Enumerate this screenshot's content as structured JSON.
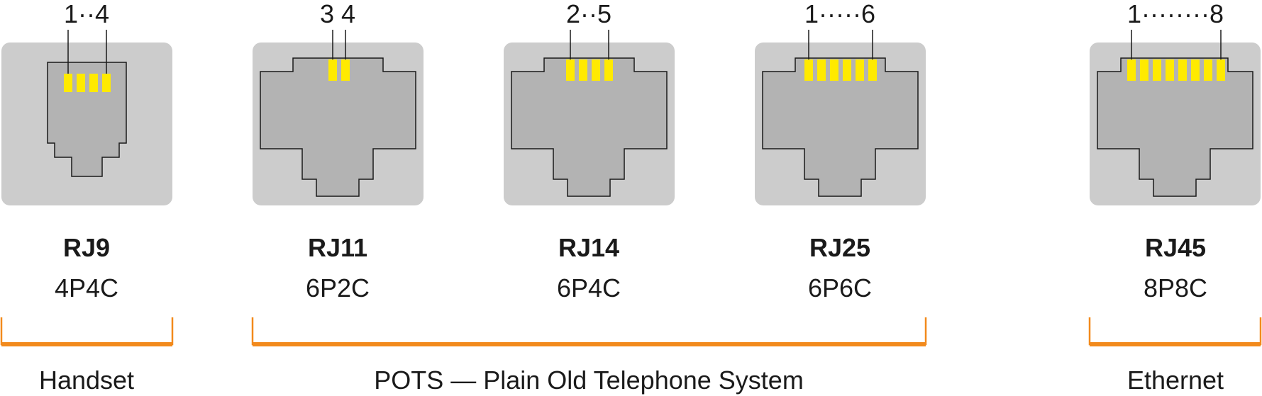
{
  "colors": {
    "plate": "#cccccc",
    "socket": "#b3b3b3",
    "pin": "#ffea00",
    "bracket": "#f28a1c",
    "text": "#1a1a1a"
  },
  "connectors": [
    {
      "name": "RJ9",
      "code": "4P4C",
      "pin_label": "1··4",
      "positions": 4,
      "wired_pins": [
        1,
        2,
        3,
        4
      ]
    },
    {
      "name": "RJ11",
      "code": "6P2C",
      "pin_label": "3 4",
      "positions": 6,
      "wired_pins": [
        3,
        4
      ]
    },
    {
      "name": "RJ14",
      "code": "6P4C",
      "pin_label": "2··5",
      "positions": 6,
      "wired_pins": [
        2,
        3,
        4,
        5
      ]
    },
    {
      "name": "RJ25",
      "code": "6P6C",
      "pin_label": "1·····6",
      "positions": 6,
      "wired_pins": [
        1,
        2,
        3,
        4,
        5,
        6
      ]
    },
    {
      "name": "RJ45",
      "code": "8P8C",
      "pin_label": "1········8",
      "positions": 8,
      "wired_pins": [
        1,
        2,
        3,
        4,
        5,
        6,
        7,
        8
      ]
    }
  ],
  "groups": [
    {
      "label": "Handset"
    },
    {
      "label": "POTS — Plain Old Telephone System"
    },
    {
      "label": "Ethernet"
    }
  ]
}
